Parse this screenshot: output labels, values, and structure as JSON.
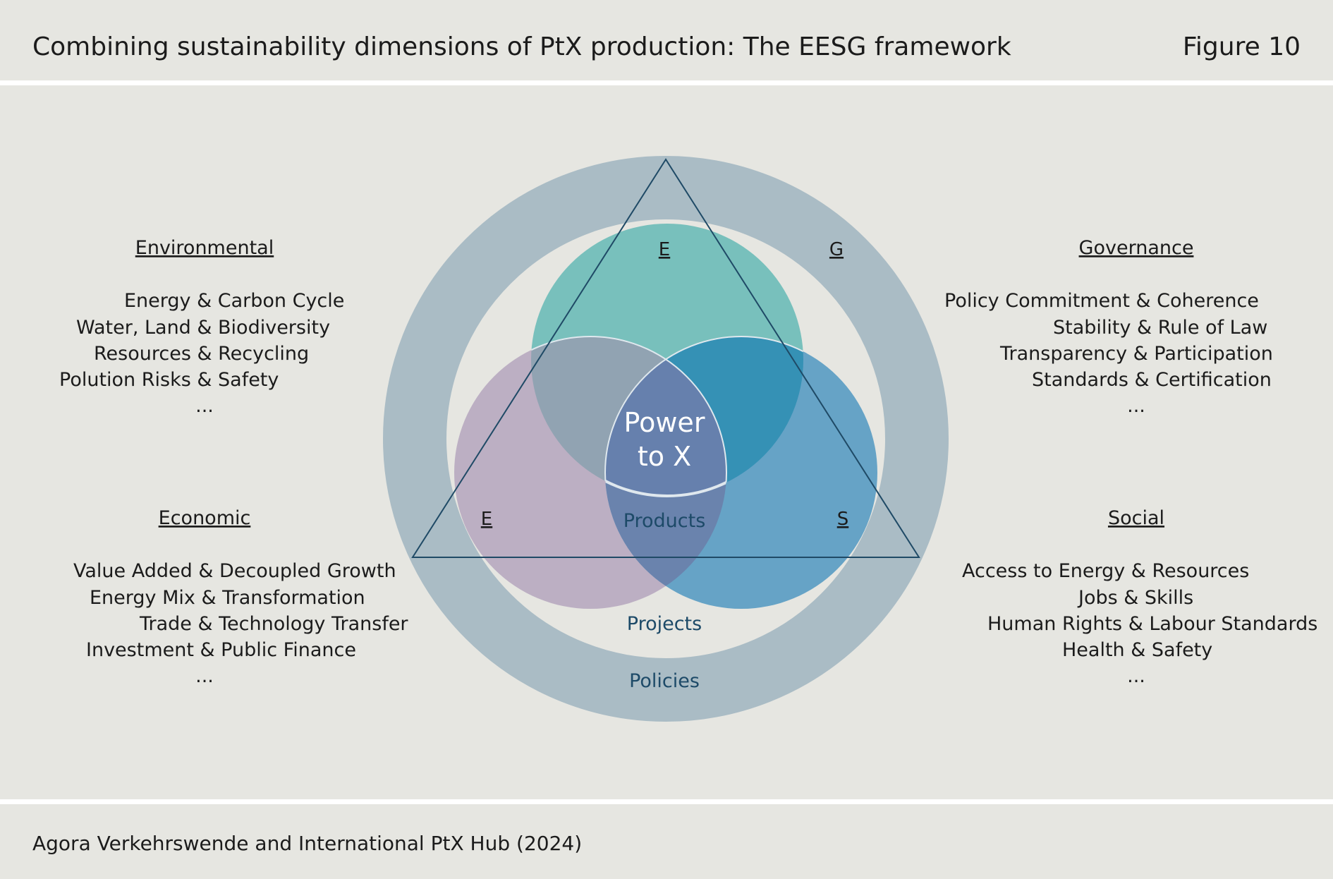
{
  "header": {
    "title": "Combining sustainability dimensions of PtX production: The EESG framework",
    "figure": "Figure 10"
  },
  "footer": {
    "source": "Agora Verkehrswende and International PtX Hub (2024)"
  },
  "colors": {
    "background": "#e6e6e1",
    "ring": "#aabcc5",
    "environmental": "#6dbcb7",
    "economic": "#b9aabf",
    "social": "#5a9ec6",
    "center": "#6680ad",
    "label": "#1d4a68"
  },
  "diagram": {
    "center_line1": "Power",
    "center_line2": "to X",
    "products": "Products",
    "projects": "Projects",
    "policies": "Policies",
    "letter_environmental": "E",
    "letter_governance": "G",
    "letter_economic": "E",
    "letter_social": "S"
  },
  "environmental": {
    "heading": "Environmental",
    "items": [
      "Energy & Carbon Cycle",
      "Water, Land & Biodiversity",
      "Resources & Recycling",
      "Polution Risks & Safety",
      "..."
    ]
  },
  "economic": {
    "heading": "Economic",
    "items": [
      "Value Added & Decoupled Growth",
      "Energy Mix & Transformation",
      "Trade & Technology Transfer",
      "Investment & Public Finance",
      "..."
    ]
  },
  "governance": {
    "heading": "Governance",
    "items": [
      "Policy Commitment & Coherence",
      "Stability & Rule of Law",
      "Transparency & Participation",
      "Standards & Certification",
      "..."
    ]
  },
  "social": {
    "heading": "Social",
    "items": [
      "Access to Energy & Resources",
      "Jobs & Skills",
      "Human Rights & Labour Standards",
      "Health & Safety",
      "..."
    ]
  }
}
